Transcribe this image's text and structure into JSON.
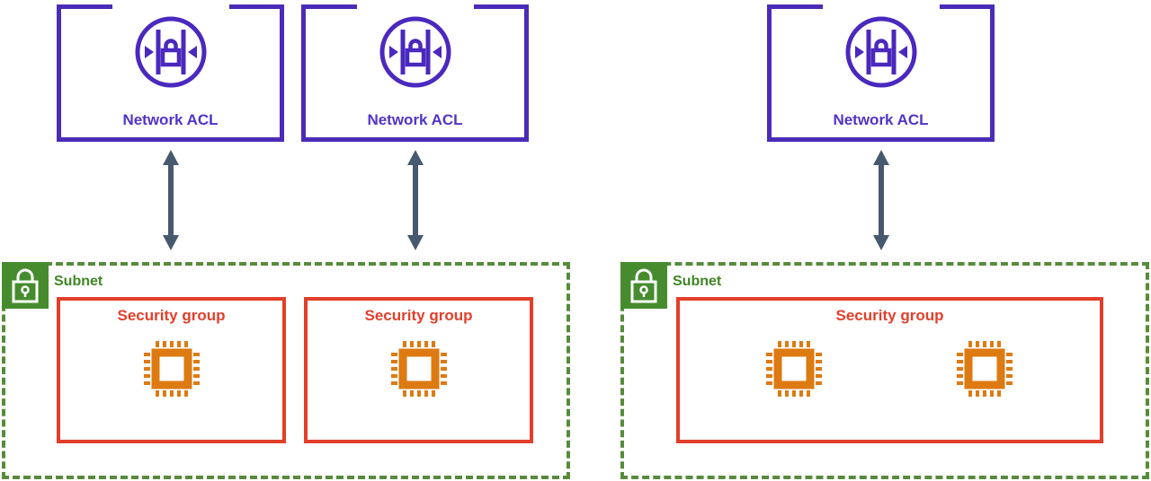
{
  "diagram_type": "aws-network-security-diagram",
  "nacl_boxes": [
    {
      "label": "Network ACL",
      "icon": "network-acl-icon"
    },
    {
      "label": "Network ACL",
      "icon": "network-acl-icon"
    },
    {
      "label": "Network ACL",
      "icon": "network-acl-icon"
    }
  ],
  "arrows": [
    {
      "type": "double-headed-vertical",
      "connects": "network-acl-1-to-subnet-1"
    },
    {
      "type": "double-headed-vertical",
      "connects": "network-acl-2-to-subnet-1"
    },
    {
      "type": "double-headed-vertical",
      "connects": "network-acl-3-to-subnet-2"
    }
  ],
  "subnets": [
    {
      "label": "Subnet",
      "badge_icon": "lock-icon",
      "security_groups": [
        {
          "label": "Security group",
          "instance_icon": "cpu-chip-icon",
          "instance_count": 1
        },
        {
          "label": "Security group",
          "instance_icon": "cpu-chip-icon",
          "instance_count": 1
        }
      ]
    },
    {
      "label": "Subnet",
      "badge_icon": "lock-icon",
      "security_groups": [
        {
          "label": "Security group",
          "instance_icon": "cpu-chip-icon",
          "instance_count": 2
        }
      ]
    }
  ],
  "colors": {
    "purple": "#4B2BB8",
    "purple_icon": "#4B28BE",
    "purple_text": "#5134C9",
    "slate": "#47596E",
    "green_border": "#568B3B",
    "green_badge": "#468C2E",
    "green_text": "#3F8624",
    "red": "#E23F2B",
    "orange": "#DD7A12"
  }
}
